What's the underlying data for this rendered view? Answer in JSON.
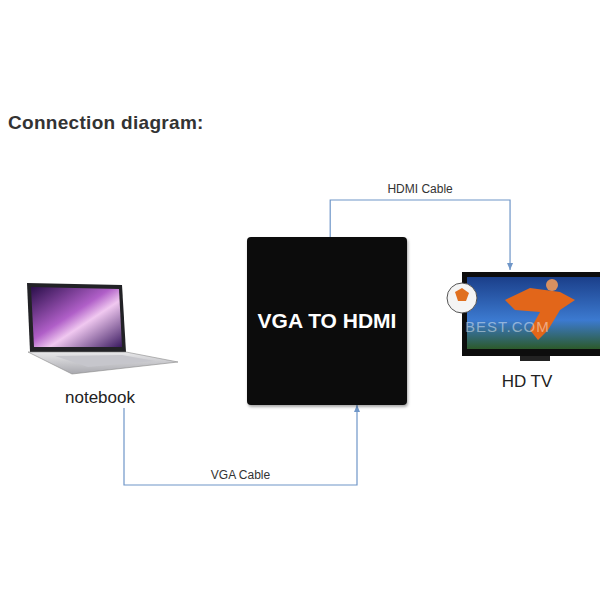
{
  "diagram": {
    "title": "Connection diagram:",
    "nodes": [
      {
        "text": [
          "notebook"
        ]
      },
      {
        "text": [
          "VGA TO HDMI"
        ]
      },
      {
        "text": [
          "HD TV"
        ]
      }
    ],
    "edges": [
      {
        "from": 0,
        "to": 1,
        "arrow": "to",
        "label": "VGA Cable"
      },
      {
        "from": 1,
        "to": 2,
        "arrow": "to",
        "label": "HDMI Cable"
      }
    ],
    "labels": [
      "BEST.COM"
    ]
  }
}
